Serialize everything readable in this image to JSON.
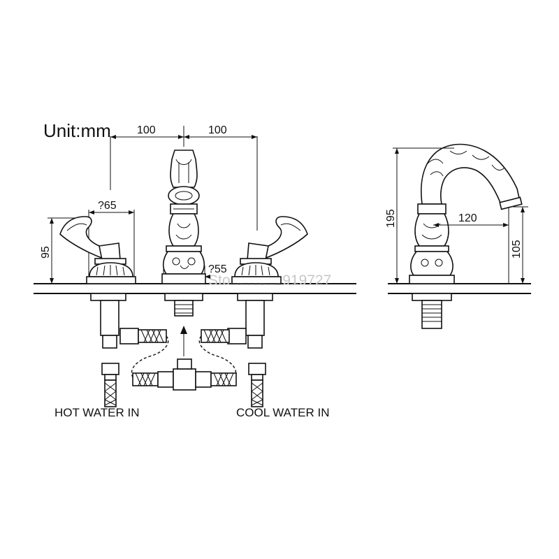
{
  "unit_label": "Unit:mm",
  "dimensions": {
    "left_spacing": "100",
    "right_spacing": "100",
    "handle_base_diameter": "?65",
    "handle_height": "95",
    "spout_base_diameter": "?55",
    "total_height": "195",
    "spout_reach": "120",
    "spout_height": "105"
  },
  "labels": {
    "hot_water": "HOT WATER IN",
    "cool_water": "COOL WATER IN"
  },
  "watermark": "Store No: 1919727",
  "colors": {
    "line": "#111111",
    "watermark": "#c8c8c8"
  }
}
